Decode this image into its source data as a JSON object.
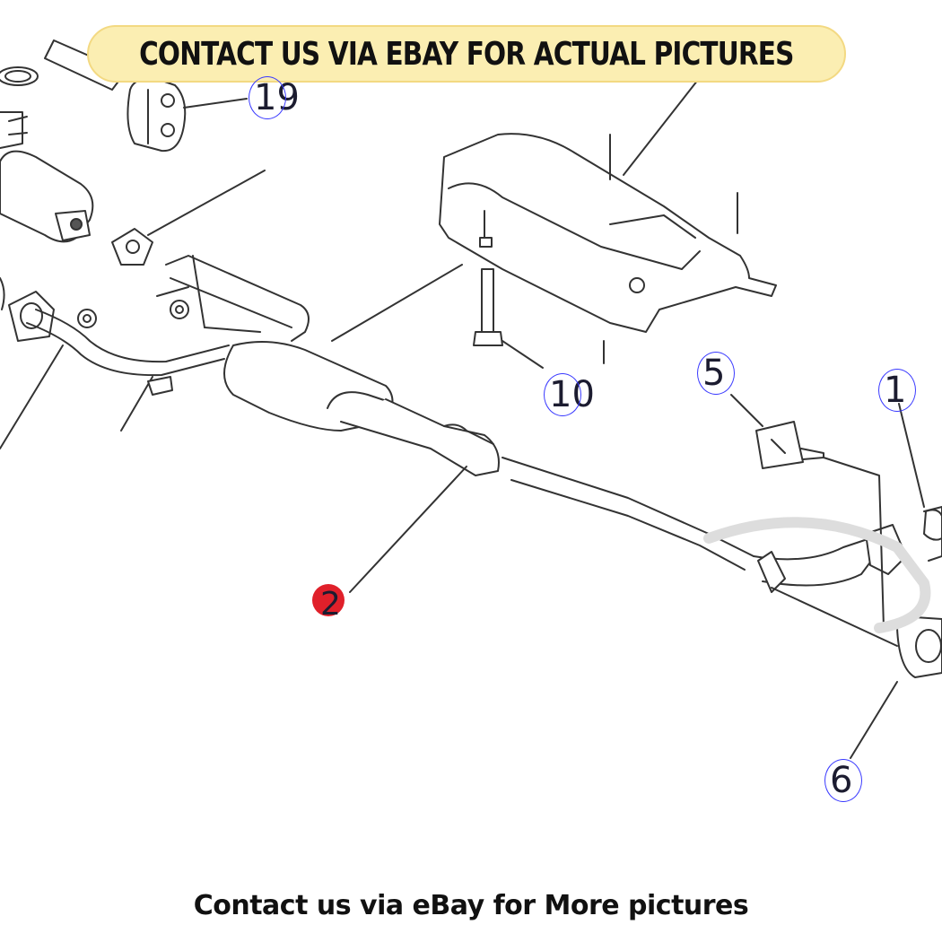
{
  "banner": {
    "text": "CONTACT US VIA EBAY FOR ACTUAL PICTURES"
  },
  "footer": {
    "text": "Contact us via eBay for More pictures"
  },
  "callouts": {
    "c19": "19",
    "c10": "10",
    "c5": "5",
    "c1": "1",
    "c2": "2",
    "c6": "6"
  },
  "colors": {
    "banner_fill": "#fbeeb2",
    "banner_border": "#f3d982",
    "line": "#333333",
    "part_fill": "#ffffff",
    "highlight_dot": "#e0202a",
    "callout_circle": "#3a3aff"
  }
}
